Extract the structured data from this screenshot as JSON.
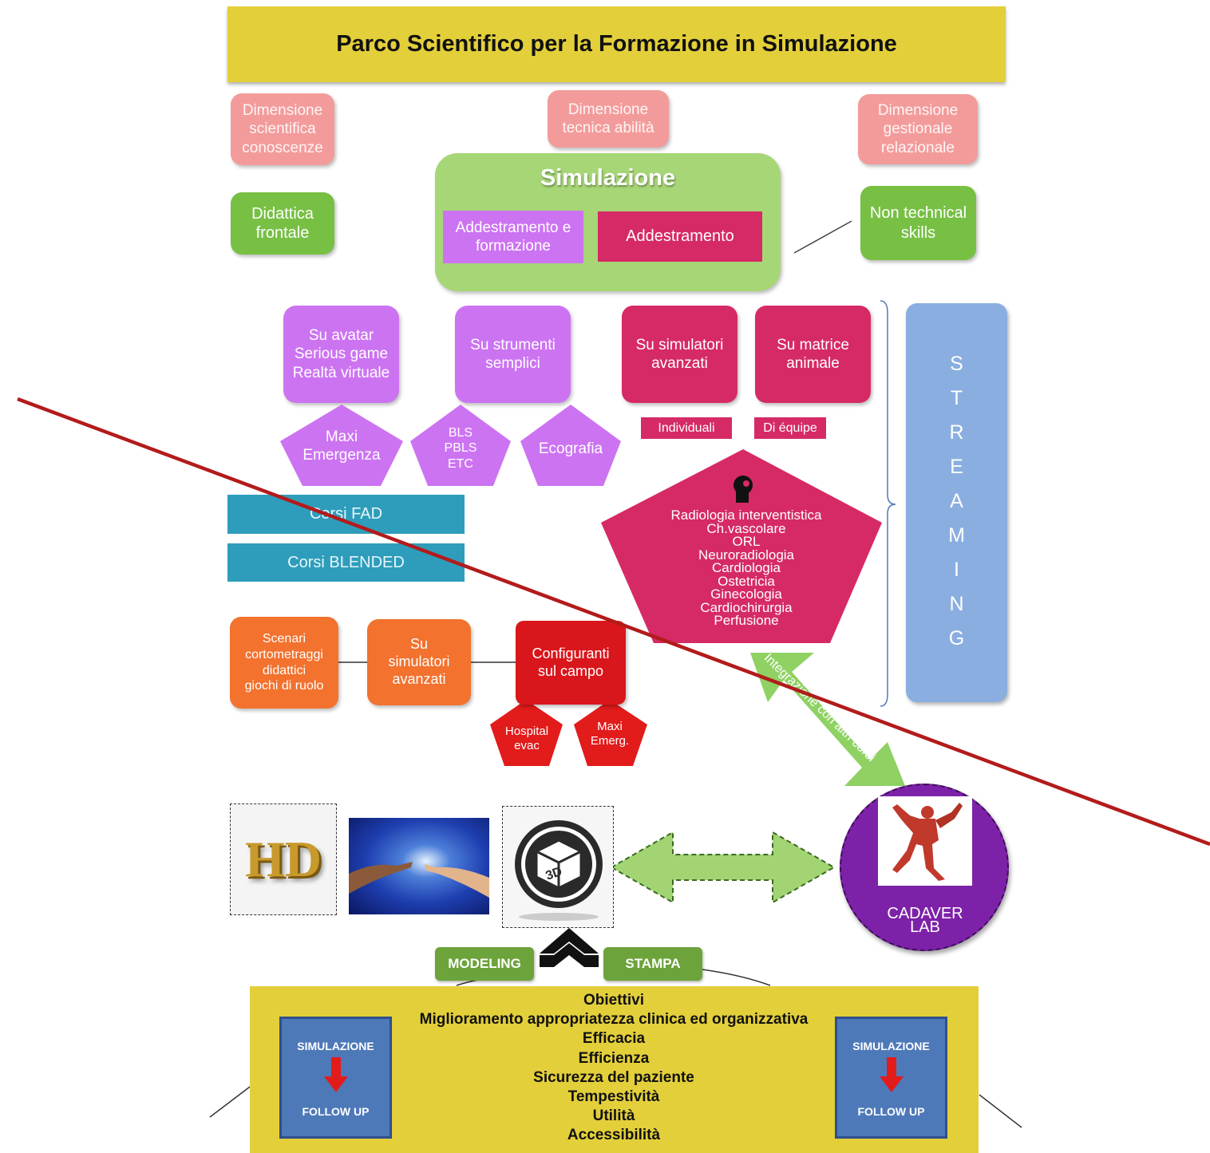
{
  "title": "Parco Scientifico per la Formazione in Simulazione",
  "dimensions": {
    "scientifica": "Dimensione\nscientifica\nconoscenze",
    "tecnica": "Dimensione\ntecnica abilità",
    "gestionale": "Dimensione\ngestionale\nrelazionale"
  },
  "didattica": "Didattica\nfrontale",
  "non_technical": "Non technical\nskills",
  "simulazione": {
    "title": "Simulazione",
    "left": "Addestramento e\nformazione",
    "right": "Addestramento"
  },
  "methods": {
    "avatar": "Su avatar\nSerious game\nRealtà virtuale",
    "strumenti": "Su strumenti\nsemplici",
    "simulatori": "Su simulatori\navanzati",
    "matrice": "Su matrice\nanimale"
  },
  "pentagons": {
    "maxi": "Maxi\nEmergenza",
    "bls": "BLS\nPBLS\nETC",
    "ecografia": "Ecografia"
  },
  "tags": {
    "individuali": "Individuali",
    "equipe": "Di équipe"
  },
  "specialties": [
    "Radiologia interventistica",
    "Ch.vascolare",
    "ORL",
    "Neuroradiologia",
    "Cardiologia",
    "Ostetricia",
    "Ginecologia",
    "Cardiochirurgia",
    "Perfusione"
  ],
  "corsi": {
    "fad": "Corsi FAD",
    "blended": "Corsi BLENDED"
  },
  "streaming_letters": [
    "S",
    "T",
    "R",
    "E",
    "A",
    "M",
    "I",
    "N",
    "G"
  ],
  "scenari": {
    "scenari": "Scenari\ncortometraggi\ndidattici\ngiochi di ruolo",
    "simulatori": "Su\nsimulatori\navanzati",
    "configuranti": "Configuranti\nsul campo",
    "hospital": "Hospital\nevac",
    "maxi_emerg": "Maxi\nEmerg."
  },
  "integration_label": "Integrazione con altri corsi",
  "cadaver": "CADAVER\nLAB",
  "modeling": "MODELING",
  "stampa": "STAMPA",
  "hd_label": "HD",
  "cube_label": "3D",
  "objectives": [
    "Obiettivi",
    "Miglioramento appropriatezza clinica ed organizzativa",
    "Efficacia",
    "Efficienza",
    "Sicurezza del paziente",
    "Tempestività",
    "Utilità",
    "Accessibilità"
  ],
  "followup": {
    "top": "SIMULAZIONE",
    "bottom": "FOLLOW UP"
  },
  "colors": {
    "banner": "#e3cf3a",
    "pink": "#f39b9b",
    "green": "#77c044",
    "violet": "#cc73f2",
    "crimson": "#d62a66",
    "orange": "#f2722e",
    "teal": "#2e9dbb",
    "streaming": "#8aaee0",
    "cadaver": "#7d22a8",
    "red_line": "#b31b1b"
  }
}
